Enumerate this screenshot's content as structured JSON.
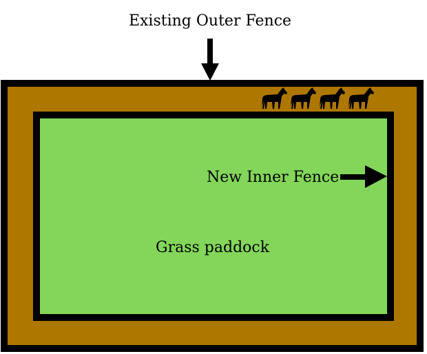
{
  "labels": {
    "outer_fence": "Existing Outer Fence",
    "inner_fence": "New Inner Fence",
    "paddock": "Grass paddock"
  },
  "colors": {
    "track": "#AD7700",
    "grass": "#83D65A",
    "fence": "#000000",
    "background": "#FFFFFF"
  },
  "icons": [
    "horse-icon",
    "horse-icon",
    "horse-icon",
    "horse-icon"
  ]
}
